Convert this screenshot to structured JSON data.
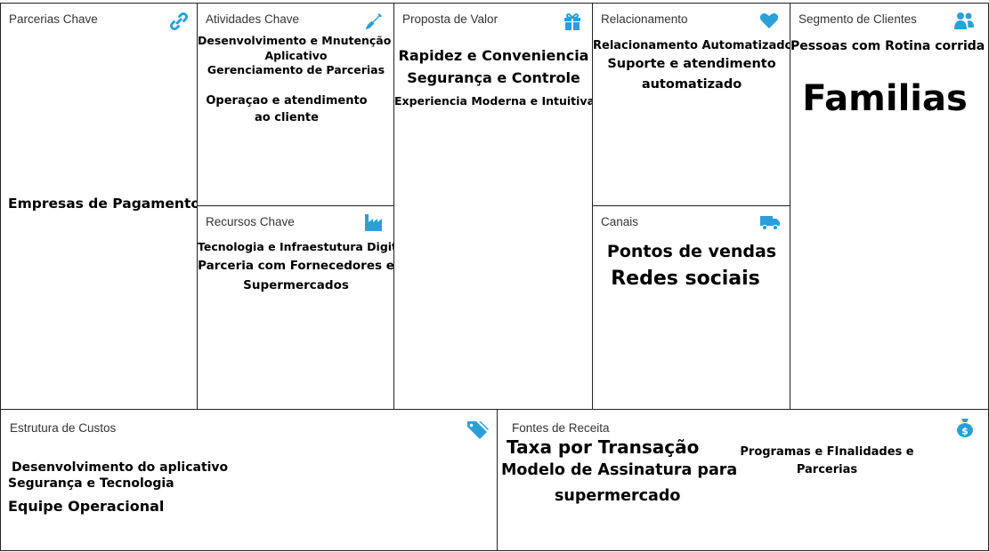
{
  "canvas": {
    "key_partners": {
      "title": "Parcerias Chave",
      "icon": "link-icon",
      "items": [
        "Empresas de Pagamento"
      ]
    },
    "key_activities": {
      "title": "Atividades Chave",
      "icon": "shovel-icon",
      "items": [
        "Desenvolvimento e Mnutenção do",
        "Aplicativo",
        "Gerenciamento de Parcerias",
        "Operaçao e atendimento",
        "ao cliente"
      ]
    },
    "key_resources": {
      "title": "Recursos Chave",
      "icon": "factory-icon",
      "items": [
        "Tecnologia e Infraestutura Digital",
        "Parceria com Fornecedores e",
        "Supermercados"
      ]
    },
    "value_proposition": {
      "title": "Proposta de Valor",
      "icon": "gift-icon",
      "items": [
        "Rapidez e Conveniencia",
        "Segurança e Controle",
        "Experiencia Moderna e Intuitiva"
      ]
    },
    "relationships": {
      "title": "Relacionamento",
      "icon": "heart-icon",
      "items": [
        "Relacionamento Automatizado",
        "Suporte e atendimento",
        "automatizado"
      ]
    },
    "channels": {
      "title": "Canais",
      "icon": "truck-icon",
      "items": [
        "Pontos de vendas",
        "Redes sociais"
      ]
    },
    "customer_segments": {
      "title": "Segmento de Clientes",
      "icon": "users-icon",
      "items": [
        "Pessoas com Rotina corrida",
        "Familias"
      ]
    },
    "cost_structure": {
      "title": "Estrutura de Custos",
      "icon": "tags-icon",
      "items": [
        "Desenvolvimento do aplicativo",
        "Segurança e Tecnologia",
        "Equipe Operacional"
      ]
    },
    "revenue_streams": {
      "title": "Fontes de Receita",
      "icon": "money-bag-icon",
      "items": [
        "Taxa por Transação",
        "Modelo de Assinatura para",
        "supermercado",
        "Programas e FInalidades e",
        "Parcerias"
      ]
    }
  },
  "colors": {
    "icon": "#2a9fd8",
    "border": "#222222",
    "title": "#333333",
    "text": "#000000"
  }
}
